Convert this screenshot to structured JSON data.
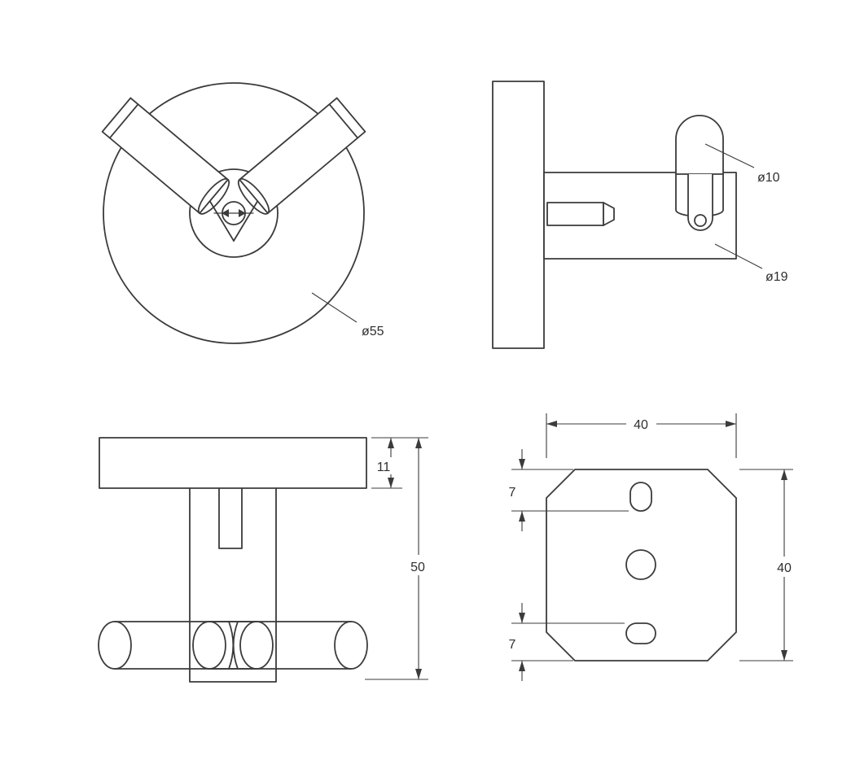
{
  "page": {
    "background": "#ffffff",
    "line_color": "#3b3b3b",
    "text_color": "#2f2f2f"
  },
  "views": {
    "top": {
      "labels": {
        "overall_diameter": "ø55"
      }
    },
    "side": {
      "labels": {
        "post_diameter": "ø10",
        "arm_diameter": "ø19"
      }
    },
    "front": {
      "labels": {
        "plate_thickness": "11",
        "overall_height": "50"
      }
    },
    "back": {
      "labels": {
        "plate_width": "40",
        "plate_height": "40",
        "slot_offset_top": "7",
        "slot_offset_bottom": "7"
      }
    }
  }
}
